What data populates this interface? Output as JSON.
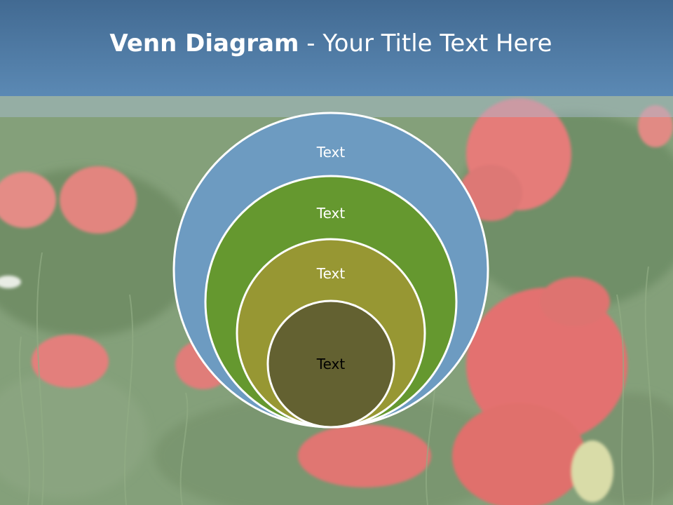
{
  "slide": {
    "title_bold": "Venn Diagram",
    "title_rest": " - Your Title Text Here"
  },
  "diagram": {
    "circles": [
      {
        "label": "Text",
        "fill": "#6d9bc1",
        "text_color": "#ffffff"
      },
      {
        "label": "Text",
        "fill": "#65982f",
        "text_color": "#ffffff"
      },
      {
        "label": "Text",
        "fill": "#979733",
        "text_color": "#ffffff"
      },
      {
        "label": "Text",
        "fill": "#636131",
        "text_color": "#000000"
      }
    ],
    "outline_color": "#ffffff"
  },
  "colors": {
    "title_bar": "#4f7ba6",
    "field_green": "#7b9a6e",
    "poppy_red": "#e77a78"
  }
}
